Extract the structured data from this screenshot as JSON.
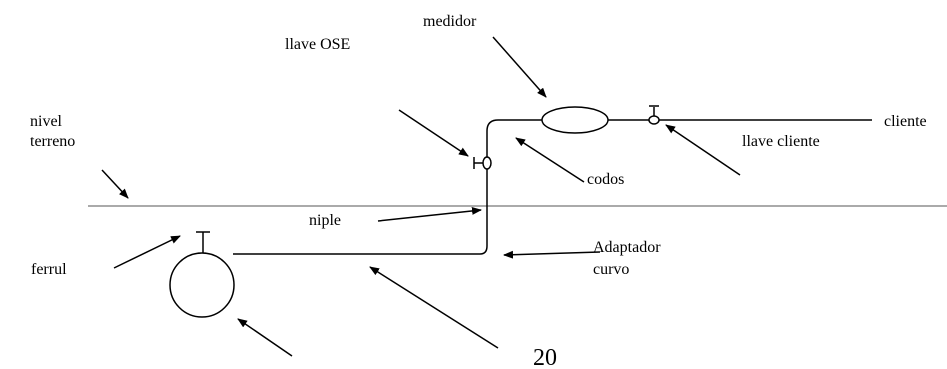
{
  "labels": {
    "medidor": "medidor",
    "llave_ose": "llave OSE",
    "nivel": "nivel",
    "terreno": "terreno",
    "cliente": "cliente",
    "llave_cliente": "llave cliente",
    "codos": "codos",
    "niple": "niple",
    "adaptador": "Adaptador",
    "curvo": "curvo",
    "ferrul": "ferrul"
  },
  "page_number": "20"
}
